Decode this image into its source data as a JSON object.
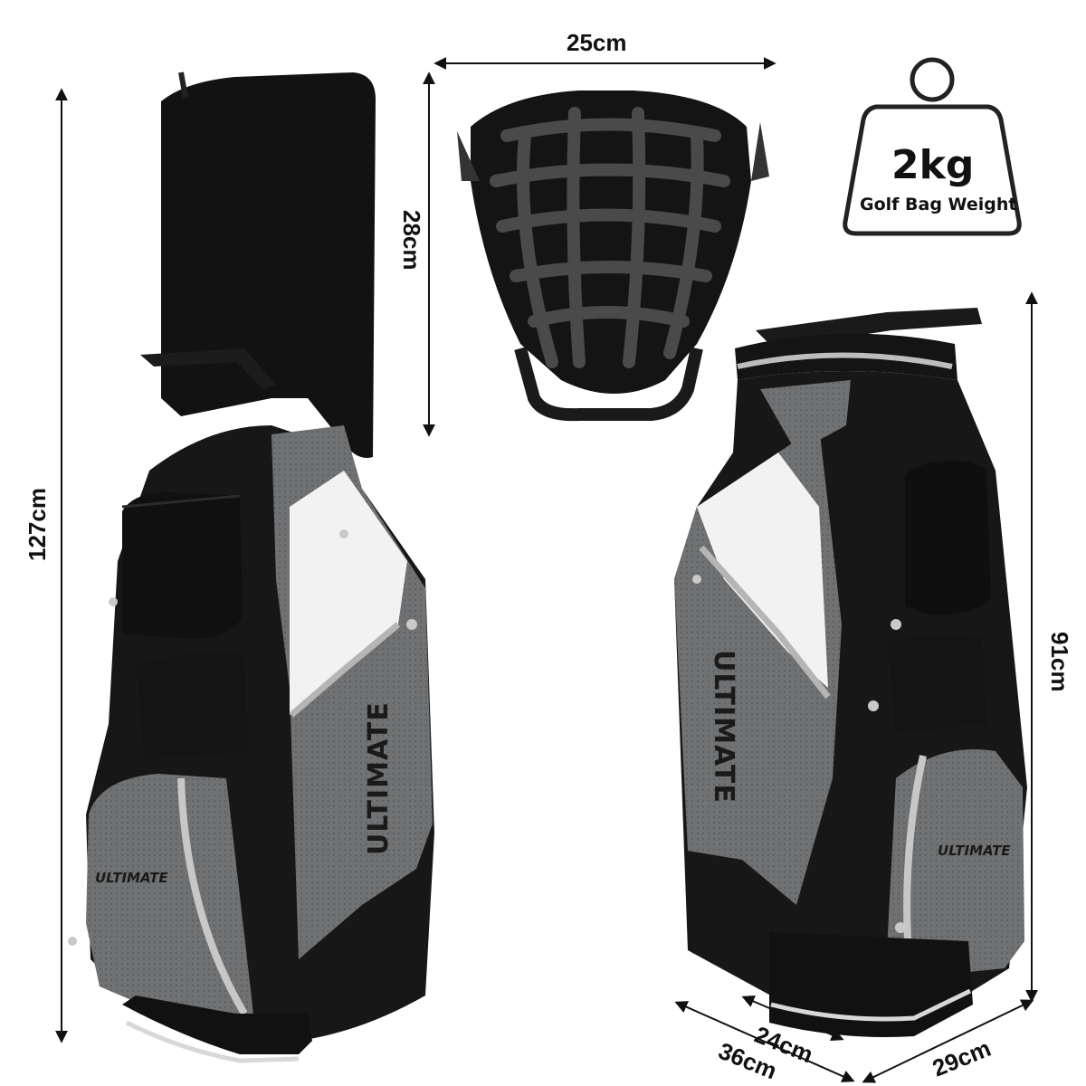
{
  "dimensions": {
    "overall_height": "127cm",
    "top_width": "25cm",
    "top_depth": "28cm",
    "body_height": "91cm",
    "base_depth": "24cm",
    "base_width": "36cm",
    "base_side": "29cm"
  },
  "weight_badge": {
    "value": "2kg",
    "label": "Golf Bag Weight",
    "icon": "weight-icon"
  },
  "brand": {
    "name": "ULTIMATE"
  },
  "colors": {
    "bag_black": "#141414",
    "bag_gray": "#7c7e80",
    "bag_light": "#f2f2f2",
    "trim": "#bdbdbd"
  }
}
